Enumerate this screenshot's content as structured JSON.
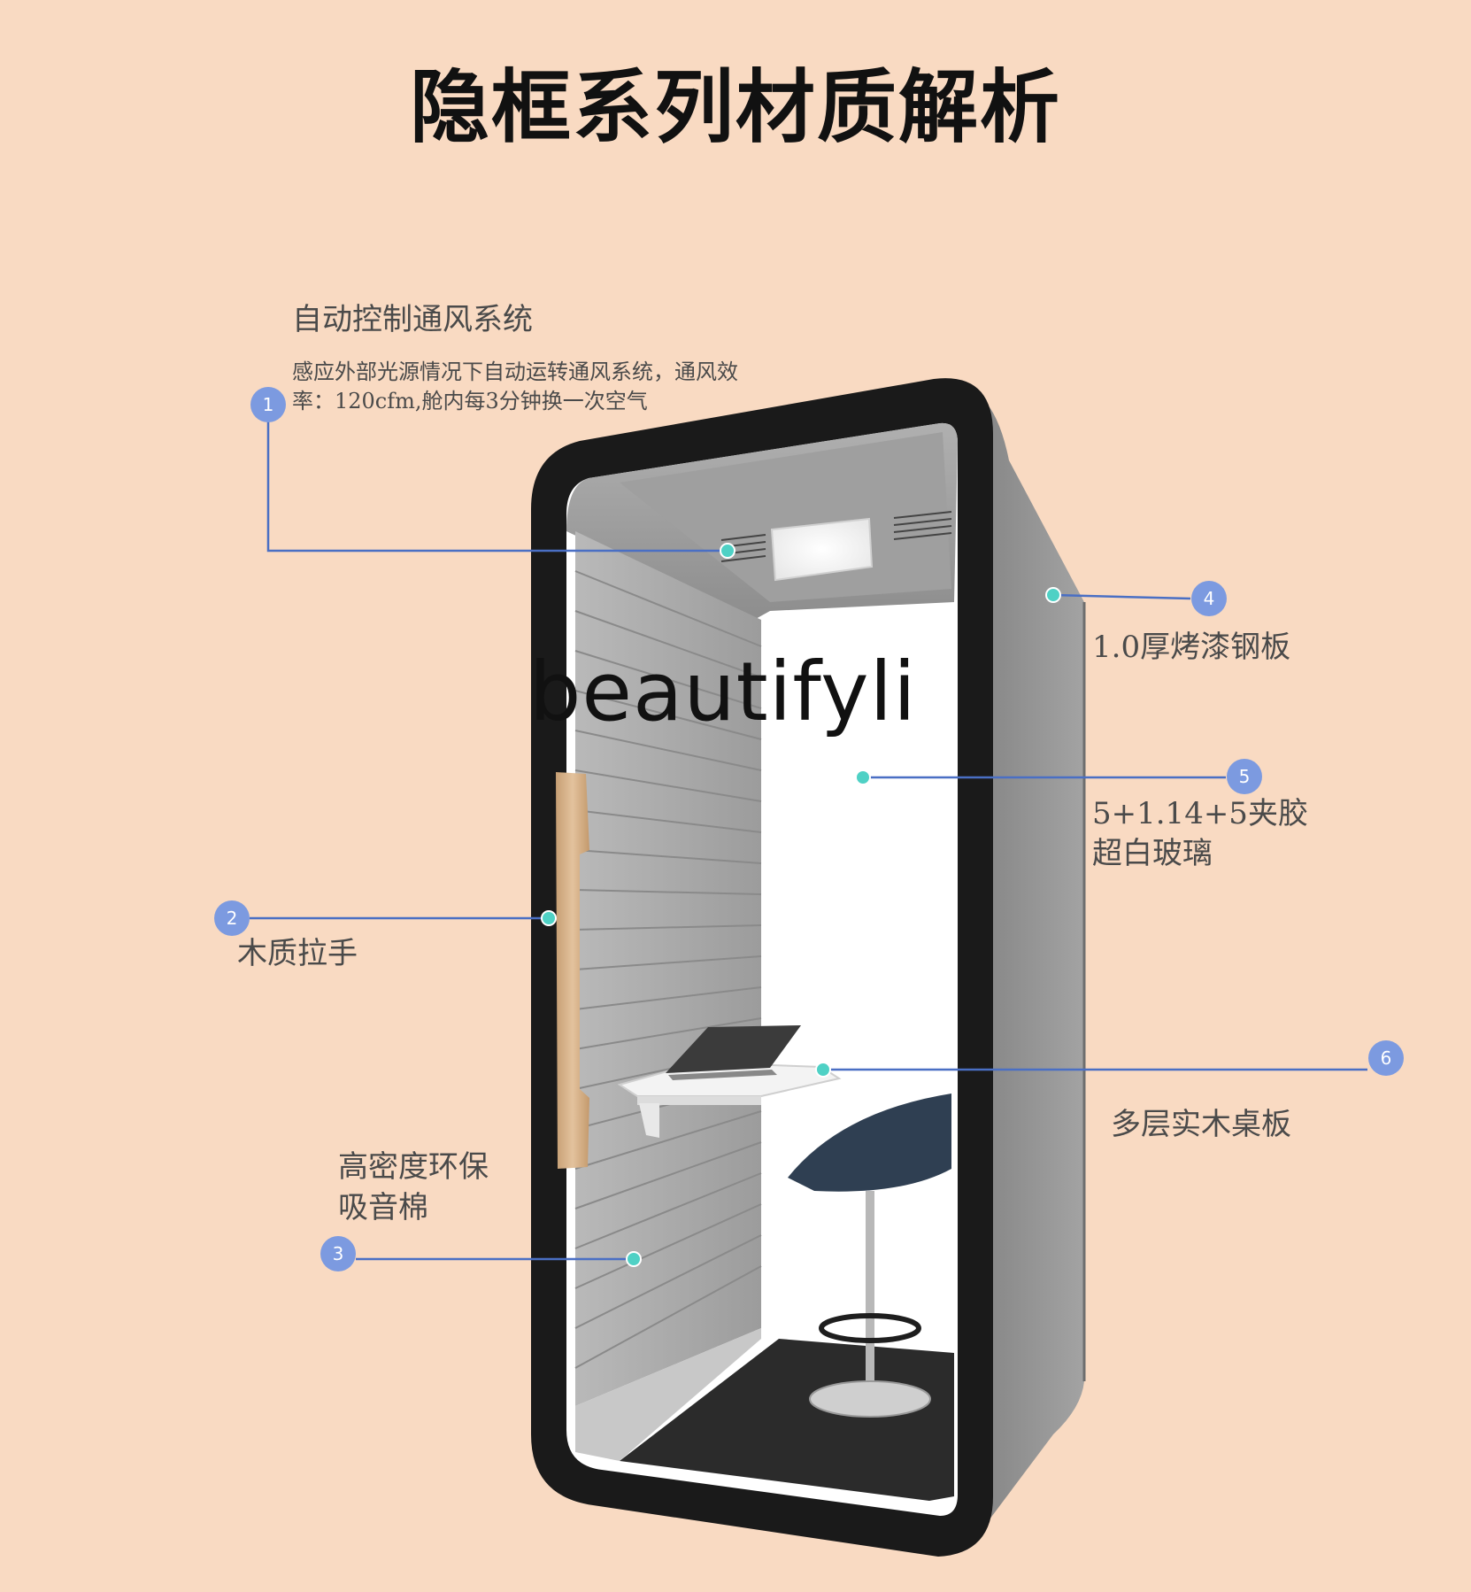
{
  "title": "隐框系列材质解析",
  "watermark": "beautifyli",
  "callouts": [
    {
      "number": "1",
      "label": "自动控制通风系统",
      "description": "感应外部光源情况下自动运转通风系统，通风效率：120cfm,舱内每3分钟换一次空气"
    },
    {
      "number": "2",
      "label": "木质拉手"
    },
    {
      "number": "3",
      "label_line1": "高密度环保",
      "label_line2": "吸音棉"
    },
    {
      "number": "4",
      "label": "1.0厚烤漆钢板"
    },
    {
      "number": "5",
      "label_line1": "5+1.14+5夹胶",
      "label_line2": "超白玻璃"
    },
    {
      "number": "6",
      "label": "多层实木桌板"
    }
  ],
  "colors": {
    "background": "#f9dac2",
    "badge": "#7c9ae0",
    "leader_line": "#4a6fc4",
    "dot": "#4fd1c5",
    "booth_frame": "#1a1a1a",
    "booth_body": "#8e8e8e",
    "handle": "#d8b48c"
  }
}
